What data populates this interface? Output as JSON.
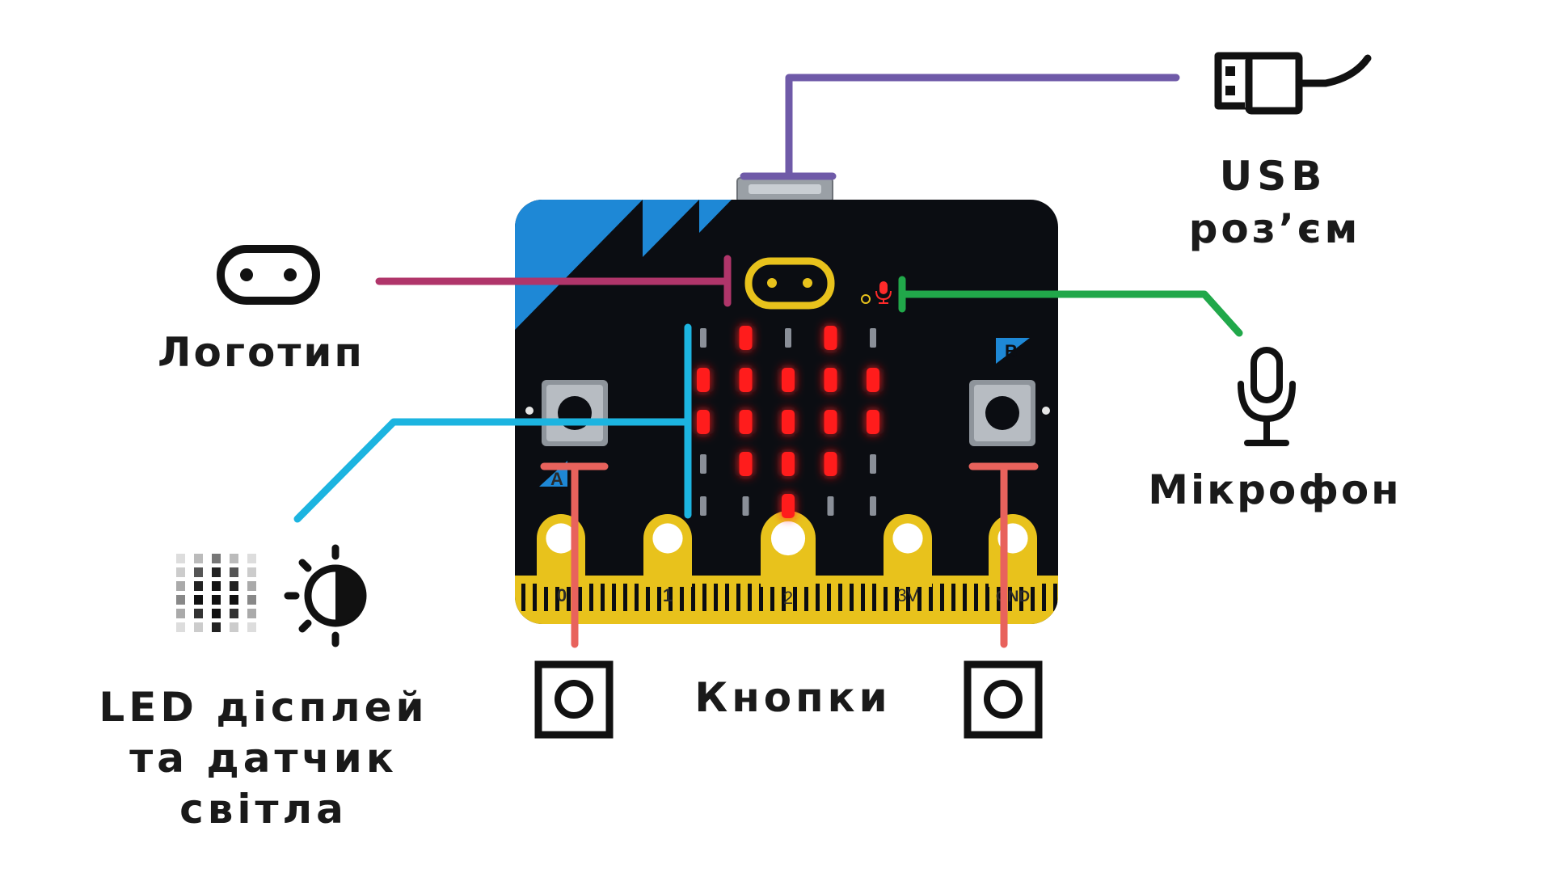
{
  "labels": {
    "usb_line1": "USB",
    "usb_line2": "роз’єм",
    "logo": "Логотип",
    "microphone": "Мікрофон",
    "led_line1": "LED дісплей",
    "led_line2": "та датчик",
    "led_line3": "світла",
    "buttons": "Кнопки"
  },
  "board": {
    "pins": [
      "0",
      "1",
      "2",
      "3V",
      "GND"
    ],
    "button_a": "A",
    "button_b": "B"
  },
  "led_matrix": [
    [
      0,
      1,
      0,
      1,
      0
    ],
    [
      1,
      1,
      1,
      1,
      1
    ],
    [
      1,
      1,
      1,
      1,
      1
    ],
    [
      0,
      1,
      1,
      1,
      0
    ],
    [
      0,
      0,
      1,
      0,
      0
    ]
  ],
  "colors": {
    "usb_line": "#6f5aa8",
    "logo_line": "#b0356a",
    "mic_line": "#21a84a",
    "led_line": "#1cb4e0",
    "button_line": "#e8625c",
    "board_black": "#0b0d12",
    "board_blue": "#1e88d6",
    "gold": "#e8c21c",
    "led_on": "#ff1c1c"
  },
  "icons": {
    "usb": "usb-plug-icon",
    "logo": "logo-touch-icon",
    "microphone": "microphone-icon",
    "led": "led-grid-icon",
    "light": "light-sensor-icon",
    "button": "button-icon"
  }
}
